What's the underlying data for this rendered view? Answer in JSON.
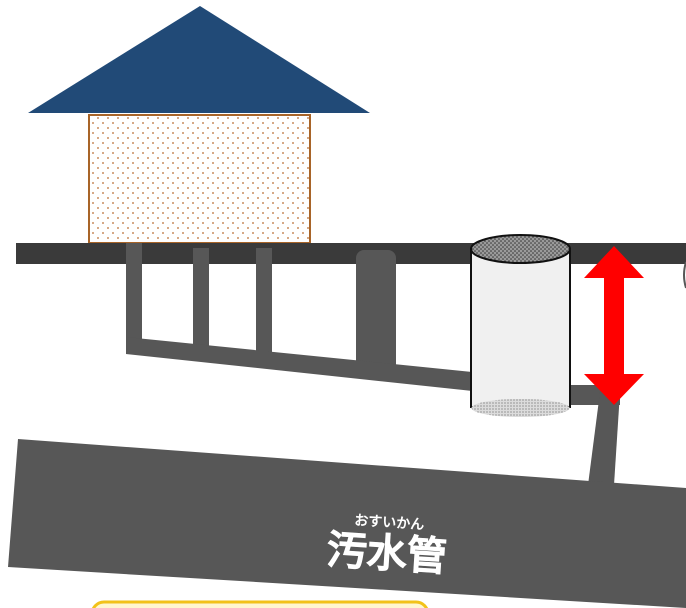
{
  "diagram": {
    "sewer_label": "汚水管",
    "sewer_label_reading": "おすいかん",
    "colors": {
      "roof": "#214a77",
      "house_wall": "#ffffff",
      "house_outline": "#a86428",
      "house_dots": "#b86a30",
      "ground": "#3a3a3a",
      "pipes": "#575757",
      "sewer_pipe": "#575757",
      "manhole_body": "#f0f0f0",
      "manhole_outline": "#111111",
      "arrow": "#ff0000",
      "note_border": "#f2c21a",
      "note_fill": "#fff7d0",
      "label_text": "#ffffff"
    },
    "icons": [
      "house",
      "drain-pipes",
      "manhole-shaft",
      "double-arrow",
      "sewer-pipe"
    ]
  }
}
